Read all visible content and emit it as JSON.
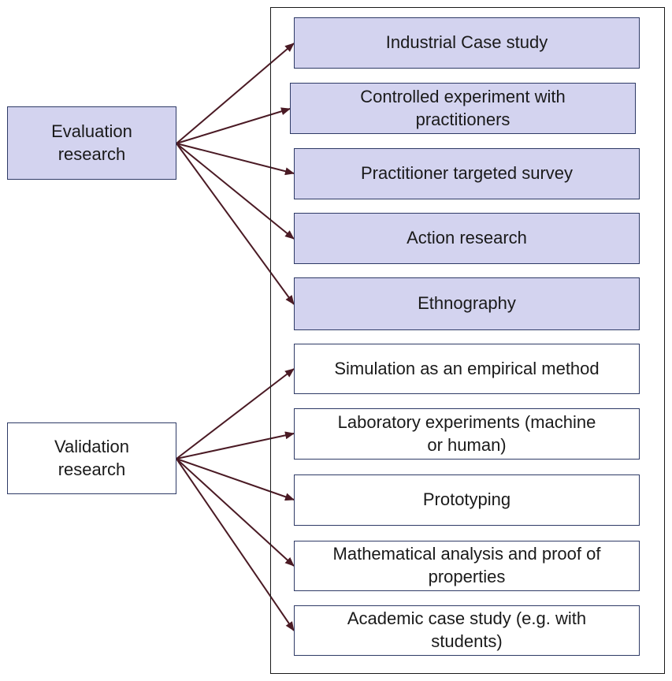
{
  "sources": {
    "evaluation": "Evaluation\nresearch",
    "validation": "Validation\nresearch"
  },
  "methods": [
    "Industrial Case study",
    "Controlled experiment with\npractitioners",
    "Practitioner targeted survey",
    "Action research",
    "Ethnography",
    "Simulation as an empirical method",
    "Laboratory experiments (machine\nor human)",
    "Prototyping",
    "Mathematical analysis and proof of\nproperties",
    "Academic case study (e.g. with\nstudents)"
  ],
  "colors": {
    "evaluation_fill": "#d3d3ef",
    "validation_fill": "#ffffff",
    "border": "#2e3a66",
    "arrow": "#4a1a24"
  }
}
